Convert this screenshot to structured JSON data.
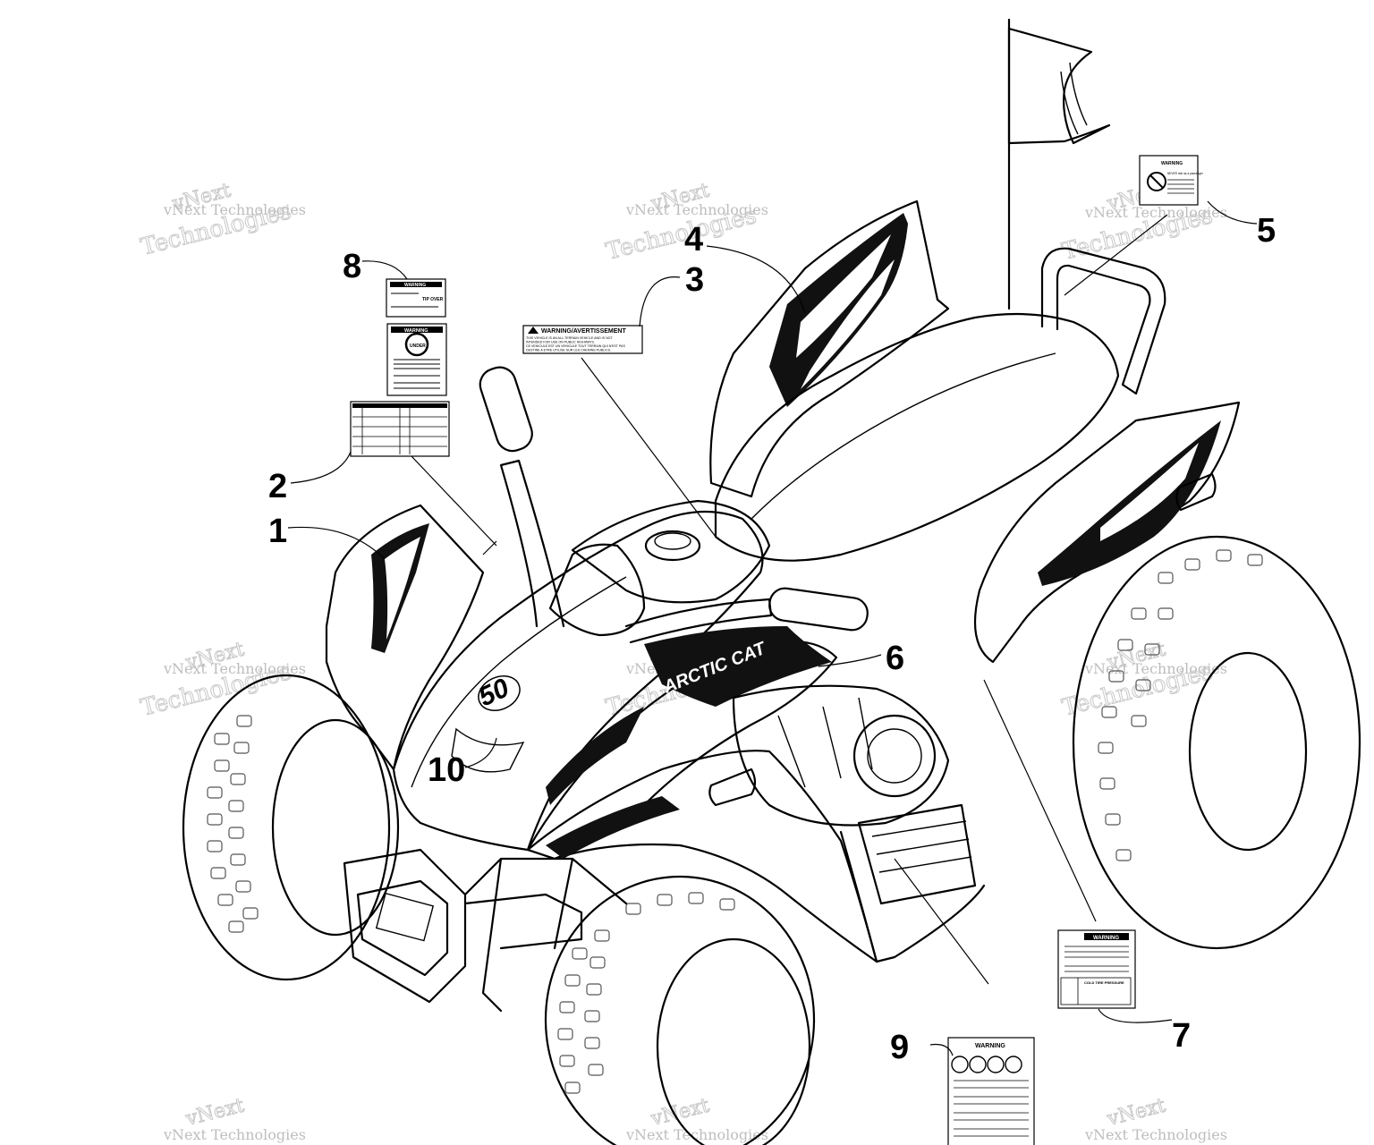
{
  "callouts": [
    "1",
    "2",
    "3",
    "4",
    "5",
    "6",
    "7",
    "8",
    "9",
    "10"
  ],
  "watermark": {
    "line1": "vNext Technologies",
    "line2": "vNext",
    "line3": "Technologies"
  },
  "decals": {
    "hood_logo": "50",
    "side_logo": "ARCTIC CAT"
  },
  "labels": {
    "warning_avertissement": {
      "title": "WARNING/AVERTISSEMENT",
      "lines": [
        "THIS VEHICLE IS AN ALL-TERRAIN VEHICLE AND IS NOT",
        "INTENDED FOR USE ON PUBLIC HIGHWAYS.",
        "CE VEHICULE EST UN VEHICULE TOUT TERRAIN QUI N'EST PAS",
        "DESTINE A ETRE UTILISE SUR LES CHEMINS PUBLICS."
      ]
    },
    "warning_5": {
      "title": "WARNING",
      "text": "NEVER ride as a passenger"
    },
    "warning_8": {
      "title": "WARNING",
      "text": "TIP OVER"
    },
    "warning_under": {
      "title": "WARNING",
      "badge": "UNDER"
    },
    "warning_7": {
      "title": "WARNING",
      "table_head": "COLD TIRE PRESSURE"
    },
    "warning_9": {
      "title": "WARNING"
    }
  }
}
